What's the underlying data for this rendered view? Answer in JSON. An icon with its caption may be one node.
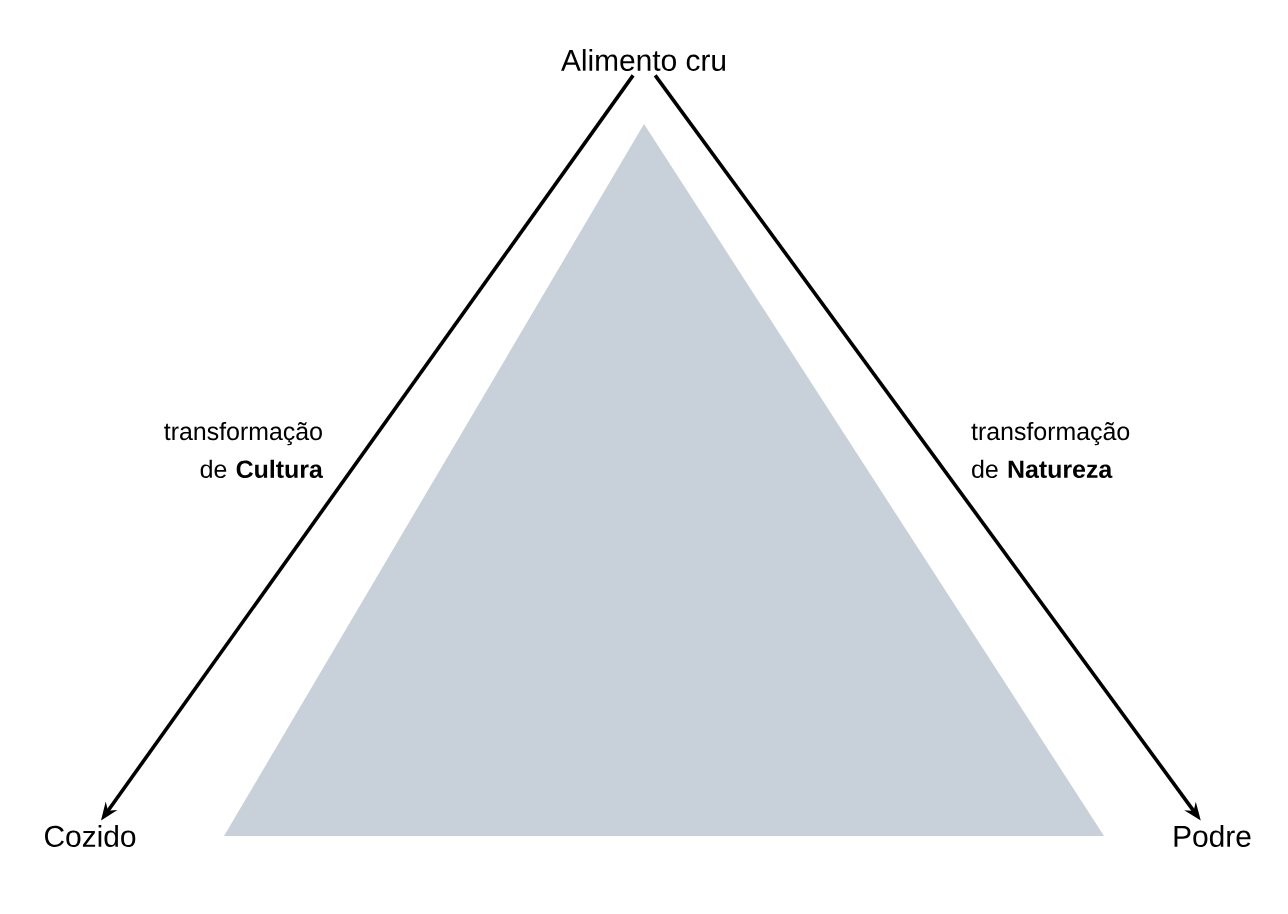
{
  "diagram": {
    "nodes": [
      {
        "text": [
          "Alimento cru"
        ]
      },
      {
        "text": [
          "Cozido"
        ]
      },
      {
        "text": [
          "Podre"
        ]
      }
    ],
    "edges": [
      {
        "from": 0,
        "to": 1,
        "arrow": "to",
        "label": "transformação de **Cultura**"
      },
      {
        "from": 0,
        "to": 2,
        "arrow": "to",
        "label": "transformação de **Natureza**"
      }
    ]
  }
}
